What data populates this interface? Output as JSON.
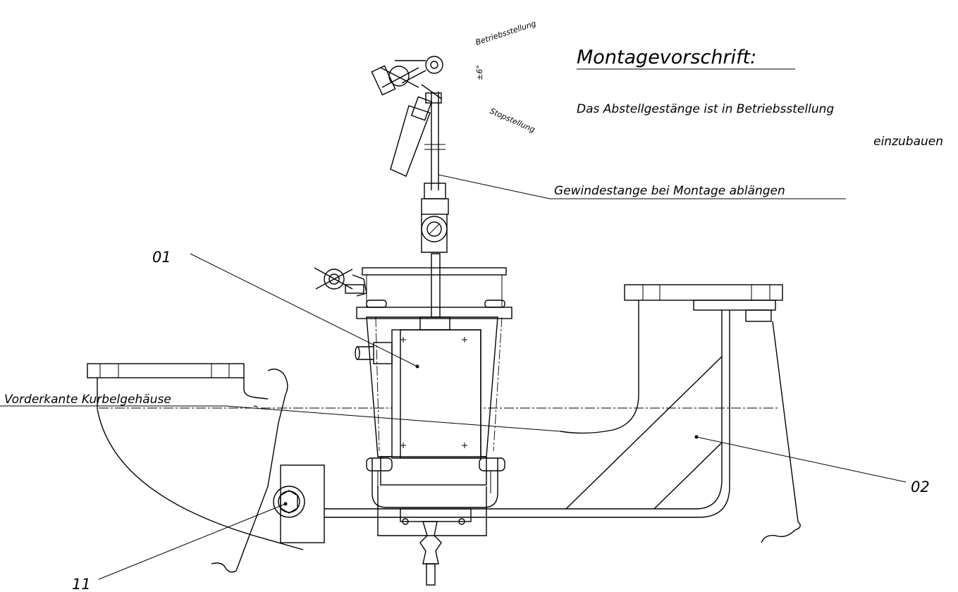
{
  "title": "Montagevorschrift:",
  "instruction": {
    "line1": "Das Abstellgestänge ist in Betriebsstellung",
    "line2": "einzubauen"
  },
  "labels": {
    "thread_rod": "Gewindestange bei Montage ablängen",
    "crankcase_edge": "Vorderkante Kurbelgehäuse",
    "operating_position": "Betriebsstellung",
    "stop_position": "Stopstellung",
    "angle": "±6°",
    "part_01": "01",
    "part_02": "02",
    "part_11": "11"
  }
}
